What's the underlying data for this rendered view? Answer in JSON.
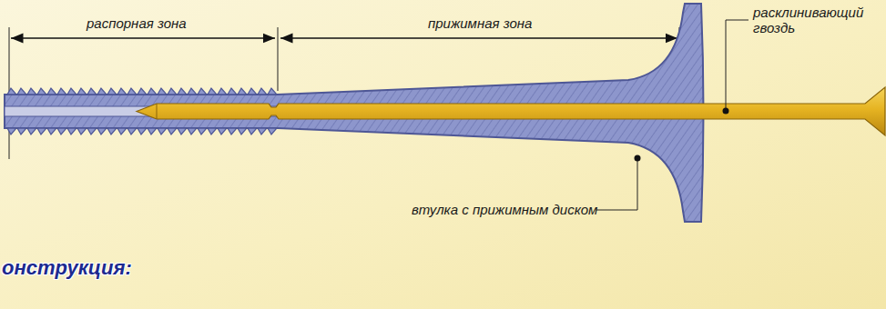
{
  "diagram": {
    "labels": [
      "распорная зона",
      "прижимная зона",
      "расклинивающий гвоздь",
      "втулка с прижимным диском",
      "онструкция:"
    ]
  }
}
